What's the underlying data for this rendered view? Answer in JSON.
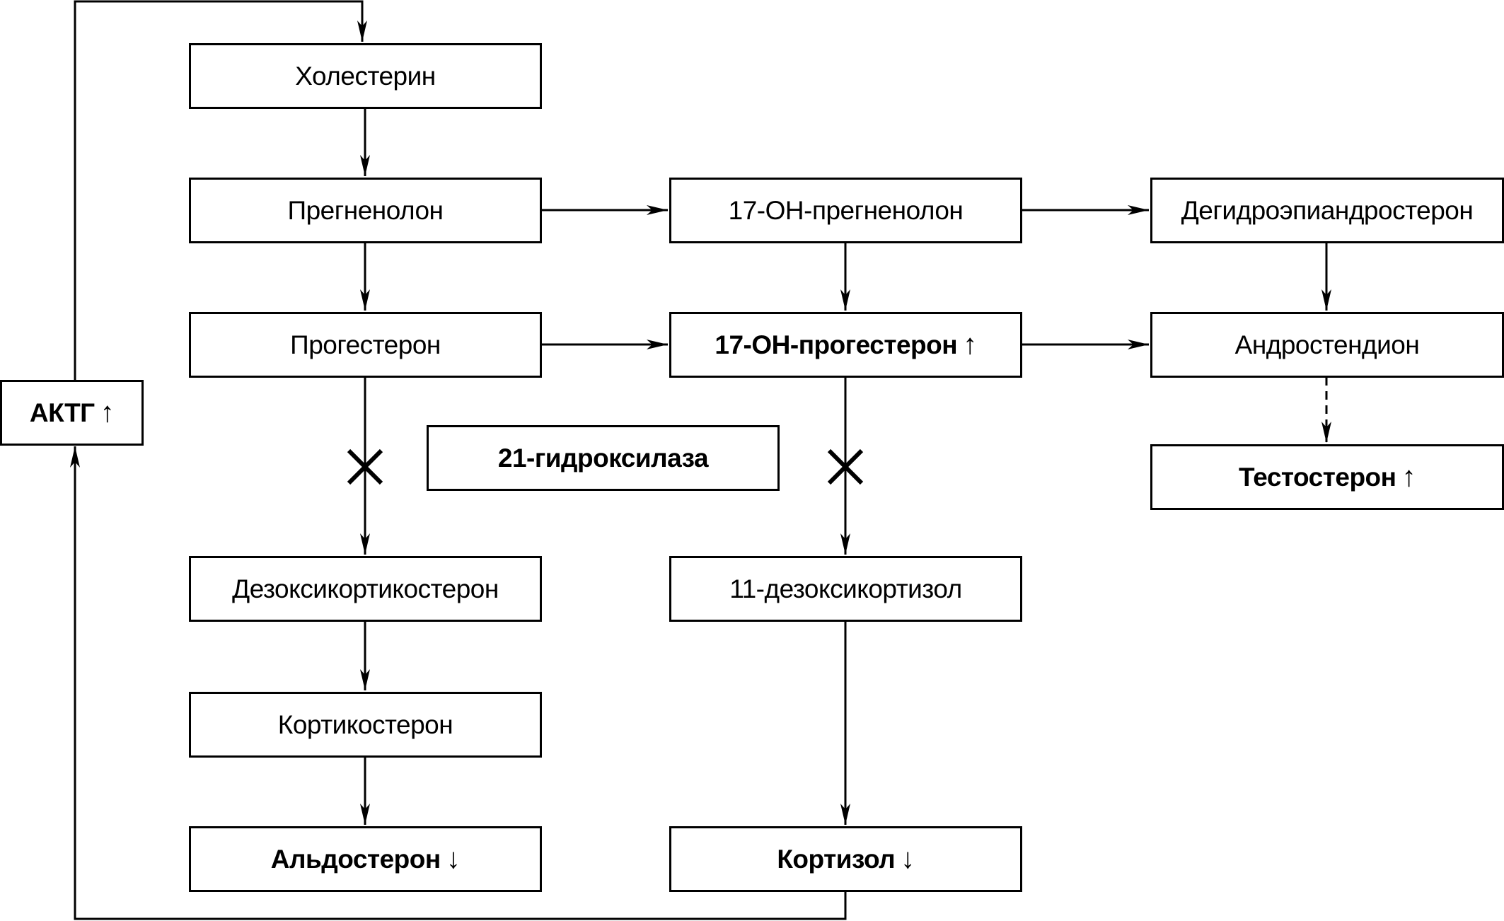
{
  "diagram": {
    "nodes": {
      "cholesterol": {
        "label": "Холестерин",
        "mark": ""
      },
      "pregnenolone": {
        "label": "Прегненолон",
        "mark": ""
      },
      "progesterone": {
        "label": "Прогестерон",
        "mark": ""
      },
      "oh17_pregnenolone": {
        "label": "17-ОН-прегненолон",
        "mark": ""
      },
      "oh17_progesterone": {
        "label": "17-ОН-прогестерон",
        "mark": "↑"
      },
      "dhea": {
        "label": "Дегидроэпиандростерон",
        "mark": ""
      },
      "androstenedione": {
        "label": "Андростендион",
        "mark": ""
      },
      "testosterone": {
        "label": "Тестостерон",
        "mark": "↑"
      },
      "enzyme": {
        "label": "21-гидроксилаза",
        "mark": ""
      },
      "deoxycorticosterone": {
        "label": "Дезоксикортикостерон",
        "mark": ""
      },
      "deoxycortisol": {
        "label": "11-дезоксикортизол",
        "mark": ""
      },
      "corticosterone": {
        "label": "Кортикостерон",
        "mark": ""
      },
      "aldosterone": {
        "label": "Альдостерон",
        "mark": "↓"
      },
      "cortisol": {
        "label": "Кортизол",
        "mark": "↓"
      },
      "acth": {
        "label": "АКТГ",
        "mark": "↑"
      }
    },
    "edges": [
      {
        "from": "cholesterol",
        "to": "pregnenolone",
        "style": "solid"
      },
      {
        "from": "pregnenolone",
        "to": "progesterone",
        "style": "solid"
      },
      {
        "from": "pregnenolone",
        "to": "oh17_pregnenolone",
        "style": "solid"
      },
      {
        "from": "oh17_pregnenolone",
        "to": "dhea",
        "style": "solid"
      },
      {
        "from": "oh17_pregnenolone",
        "to": "oh17_progesterone",
        "style": "solid"
      },
      {
        "from": "progesterone",
        "to": "oh17_progesterone",
        "style": "solid"
      },
      {
        "from": "oh17_progesterone",
        "to": "androstenedione",
        "style": "solid"
      },
      {
        "from": "dhea",
        "to": "androstenedione",
        "style": "solid"
      },
      {
        "from": "androstenedione",
        "to": "testosterone",
        "style": "dashed"
      },
      {
        "from": "progesterone",
        "to": "deoxycorticosterone",
        "style": "blocked"
      },
      {
        "from": "oh17_progesterone",
        "to": "deoxycortisol",
        "style": "blocked"
      },
      {
        "from": "deoxycorticosterone",
        "to": "corticosterone",
        "style": "solid"
      },
      {
        "from": "corticosterone",
        "to": "aldosterone",
        "style": "solid"
      },
      {
        "from": "deoxycortisol",
        "to": "cortisol",
        "style": "solid"
      },
      {
        "from": "cortisol",
        "to": "acth",
        "style": "feedback"
      },
      {
        "from": "acth",
        "to": "cholesterol",
        "style": "feedback"
      }
    ]
  }
}
